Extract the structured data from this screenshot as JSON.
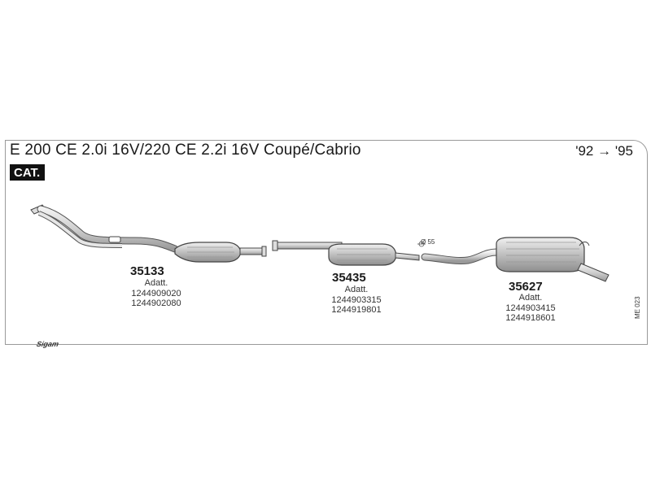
{
  "header": {
    "title": "E 200 CE 2.0i 16V/220 CE 2.2i 16V Coupé/Cabrio",
    "years": "'92 → '95",
    "cat_badge": "CAT."
  },
  "parts": [
    {
      "number": "35133",
      "adapter_label": "Adatt.",
      "codes": [
        "1244909020",
        "1244902080"
      ]
    },
    {
      "number": "35435",
      "adapter_label": "Adatt.",
      "codes": [
        "1244903315",
        "1244919801"
      ]
    },
    {
      "number": "35627",
      "adapter_label": "Adatt.",
      "codes": [
        "1244903415",
        "1244918601"
      ]
    }
  ],
  "diameter_label": "Ø 55",
  "drawing_code": "ME 023",
  "brand": "Sigam"
}
